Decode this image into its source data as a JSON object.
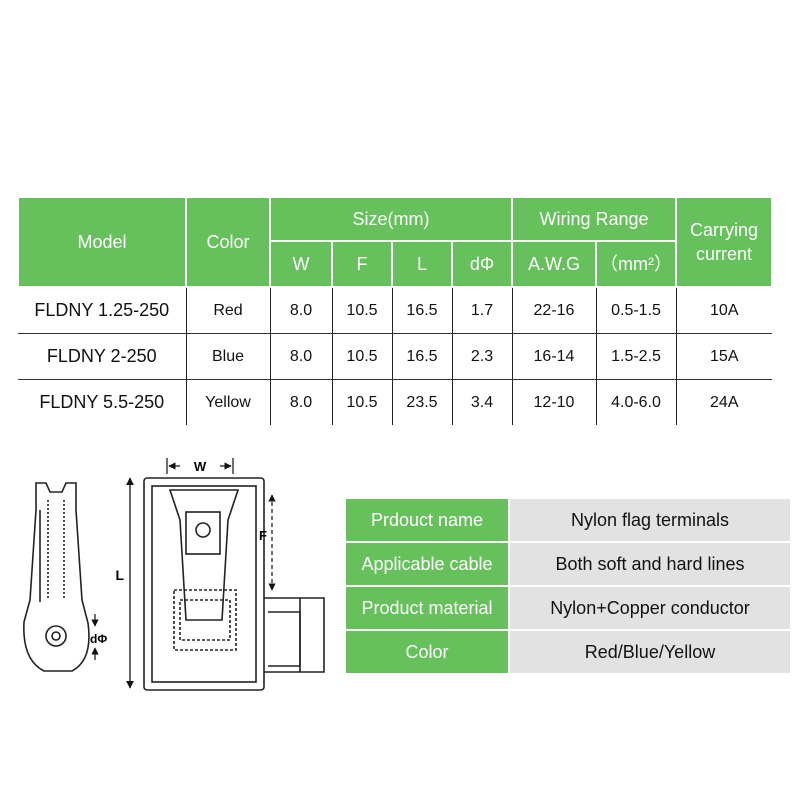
{
  "spec_table": {
    "headers": {
      "model": "Model",
      "color": "Color",
      "size": "Size(mm)",
      "size_cols": [
        "W",
        "F",
        "L",
        "dΦ"
      ],
      "wiring": "Wiring Range",
      "wiring_cols": [
        "A.W.G",
        "（mm²）"
      ],
      "current_line1": "Carrying",
      "current_line2": "current"
    },
    "rows": [
      [
        "FLDNY 1.25-250",
        "Red",
        "8.0",
        "10.5",
        "16.5",
        "1.7",
        "22-16",
        "0.5-1.5",
        "10A"
      ],
      [
        "FLDNY 2-250",
        "Blue",
        "8.0",
        "10.5",
        "16.5",
        "2.3",
        "16-14",
        "1.5-2.5",
        "15A"
      ],
      [
        "FLDNY 5.5-250",
        "Yellow",
        "8.0",
        "10.5",
        "23.5",
        "3.4",
        "12-10",
        "4.0-6.0",
        "24A"
      ]
    ]
  },
  "drawing": {
    "label_w": "W",
    "label_l": "L",
    "label_f": "F",
    "label_d": "dΦ"
  },
  "info_table": {
    "rows": [
      {
        "key": "Prdouct name",
        "value": "Nylon flag terminals"
      },
      {
        "key": "Applicable cable",
        "value": "Both soft and hard lines"
      },
      {
        "key": "Product material",
        "value": "Nylon+Copper conductor"
      },
      {
        "key": "Color",
        "value": "Red/Blue/Yellow"
      }
    ]
  },
  "colors": {
    "header_green": "#66c15c",
    "value_gray": "#e2e2e2"
  }
}
